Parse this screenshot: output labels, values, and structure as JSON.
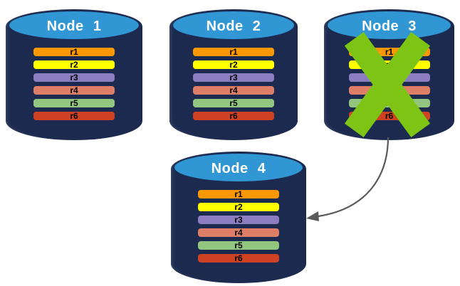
{
  "diagram": {
    "description": "Database replication diagram: four database nodes each holding replicas r1-r6; Node 3 is crossed out as failed and an arrow shows its data moving to Node 4",
    "colors": {
      "cylinder_body": "#1B2A4E",
      "cylinder_top": "#3096D4",
      "node_label_text": "#FFFFFF",
      "bar_text": "#000000",
      "x_mark": "#7DC414",
      "arrow": "#5A5A5A"
    },
    "nodes": [
      {
        "label": "Node 1",
        "failed": false,
        "replicas": [
          {
            "label": "r1",
            "color": "#FB9800"
          },
          {
            "label": "r2",
            "color": "#FFFF00"
          },
          {
            "label": "r3",
            "color": "#8C7CC0"
          },
          {
            "label": "r4",
            "color": "#DF7E67"
          },
          {
            "label": "r5",
            "color": "#92C67E"
          },
          {
            "label": "r6",
            "color": "#CE4123"
          }
        ]
      },
      {
        "label": "Node 2",
        "failed": false,
        "replicas": [
          {
            "label": "r1",
            "color": "#FB9800"
          },
          {
            "label": "r2",
            "color": "#FFFF00"
          },
          {
            "label": "r3",
            "color": "#8C7CC0"
          },
          {
            "label": "r4",
            "color": "#DF7E67"
          },
          {
            "label": "r5",
            "color": "#92C67E"
          },
          {
            "label": "r6",
            "color": "#CE4123"
          }
        ]
      },
      {
        "label": "Node 3",
        "failed": true,
        "replicas": [
          {
            "label": "r1",
            "color": "#FB9800"
          },
          {
            "label": "r2",
            "color": "#FFFF00"
          },
          {
            "label": "r3",
            "color": "#8C7CC0"
          },
          {
            "label": "r4",
            "color": "#DF7E67"
          },
          {
            "label": "r5",
            "color": "#92C67E"
          },
          {
            "label": "r6",
            "color": "#CE4123"
          }
        ]
      },
      {
        "label": "Node 4",
        "failed": false,
        "replicas": [
          {
            "label": "r1",
            "color": "#FB9800"
          },
          {
            "label": "r2",
            "color": "#FFFF00"
          },
          {
            "label": "r3",
            "color": "#8C7CC0"
          },
          {
            "label": "r4",
            "color": "#DF7E67"
          },
          {
            "label": "r5",
            "color": "#92C67E"
          },
          {
            "label": "r6",
            "color": "#CE4123"
          }
        ]
      }
    ],
    "arrow": {
      "from": "Node 3",
      "to": "Node 4"
    }
  }
}
